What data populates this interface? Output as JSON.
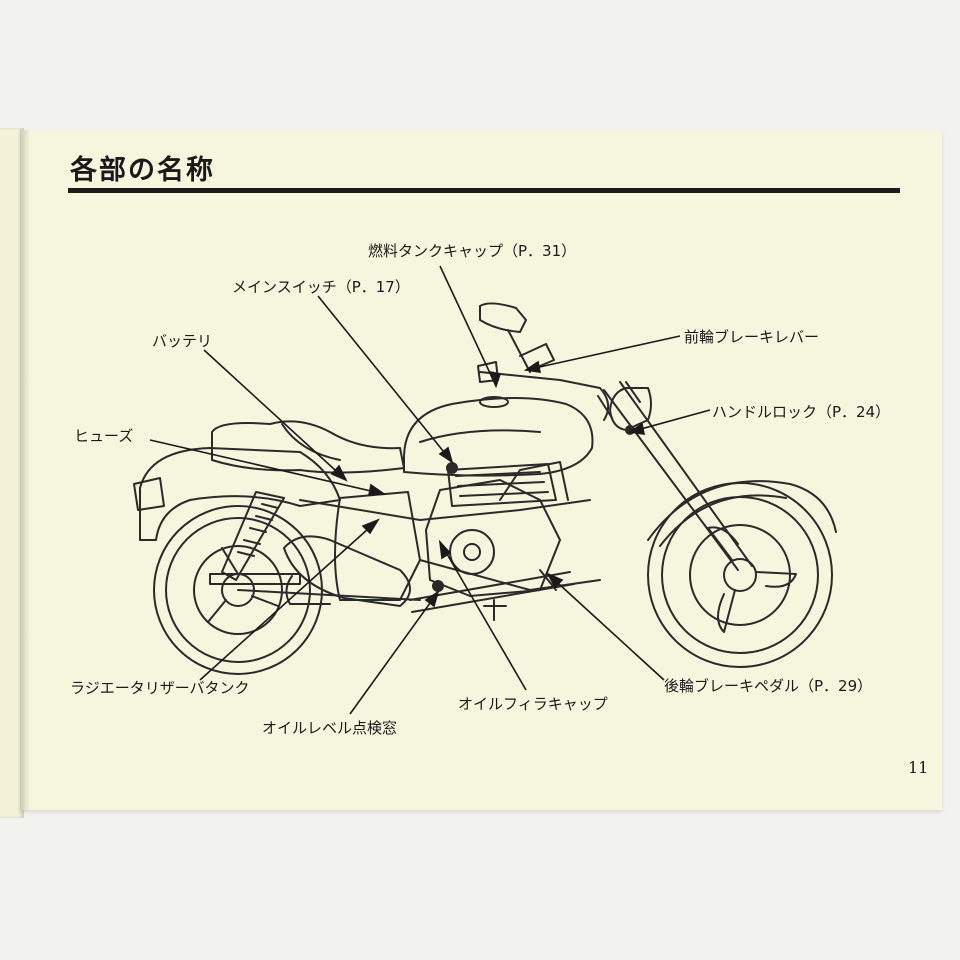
{
  "document": {
    "heading": "各部の名称",
    "page_number": "11"
  },
  "callouts": {
    "fuel_tank_cap": "燃料タンクキャップ（P．31）",
    "main_switch": "メインスイッチ（P．17）",
    "battery": "バッテリ",
    "fuse": "ヒューズ",
    "front_brake_lever": "前輪ブレーキレバー",
    "handle_lock": "ハンドルロック（P．24）",
    "radiator_reserve_tank": "ラジエータリザーバタンク",
    "oil_level_window": "オイルレベル点検窓",
    "oil_filler_cap": "オイルフィラキャップ",
    "rear_brake_pedal": "後輪ブレーキペダル（P．29）"
  },
  "colors": {
    "paper": "#f6f5dd",
    "ink": "#1a1a1a",
    "background": "#f2f2ee"
  }
}
